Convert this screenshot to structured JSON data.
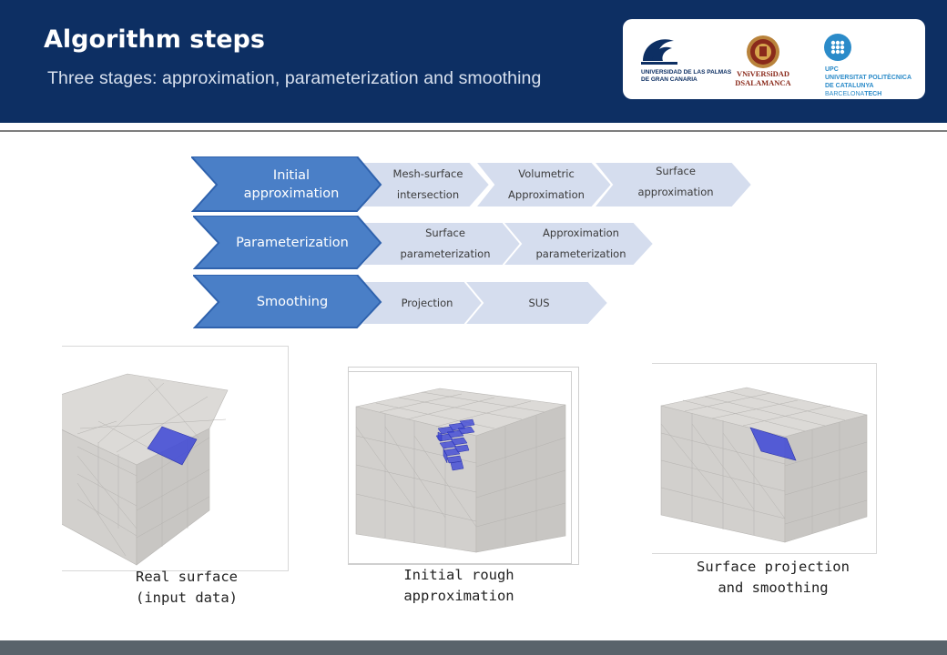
{
  "header": {
    "title": "Algorithm steps",
    "subtitle": "Three stages: approximation, parameterization and smoothing"
  },
  "logos": {
    "ulpgc_line1": "UNIVERSIDAD DE LAS PALMAS",
    "ulpgc_line2": "DE GRAN CANARIA",
    "usal_line1": "VNiVERSiDAD",
    "usal_line2": "DSALAMANCA",
    "upc_badge": "UPC",
    "upc_line1": "UNIVERSITAT POLITÈCNICA",
    "upc_line2": "DE CATALUNYA",
    "upc_line3a": "BARCELONA",
    "upc_line3b": "TECH"
  },
  "stages": [
    {
      "label_line1": "Initial",
      "label_line2": "approximation",
      "steps": [
        {
          "line1": "Mesh-surface",
          "line2": "intersection"
        },
        {
          "line1": "Volumetric",
          "line2": "Approximation"
        },
        {
          "line1": "Surface",
          "line2": "approximation"
        }
      ]
    },
    {
      "label_line1": "Parameterization",
      "steps": [
        {
          "line1": "Surface",
          "line2": "parameterization"
        },
        {
          "line1": "Approximation",
          "line2": "parameterization"
        }
      ]
    },
    {
      "label_line1": "Smoothing",
      "steps": [
        {
          "line1": "Projection"
        },
        {
          "line1": "SUS"
        }
      ]
    }
  ],
  "panels": [
    {
      "caption_line1": "Real surface",
      "caption_line2": "(input data)"
    },
    {
      "caption_line1": "Initial rough",
      "caption_line2": "approximation"
    },
    {
      "caption_line1": "Surface projection",
      "caption_line2": "and smoothing"
    }
  ],
  "colors": {
    "header_bg": "#0d2f63",
    "stage_fill": "#4a7fc7",
    "step_fill": "#d5ddee",
    "surface_blue": "#3d46d6",
    "footer": "#59636b"
  }
}
